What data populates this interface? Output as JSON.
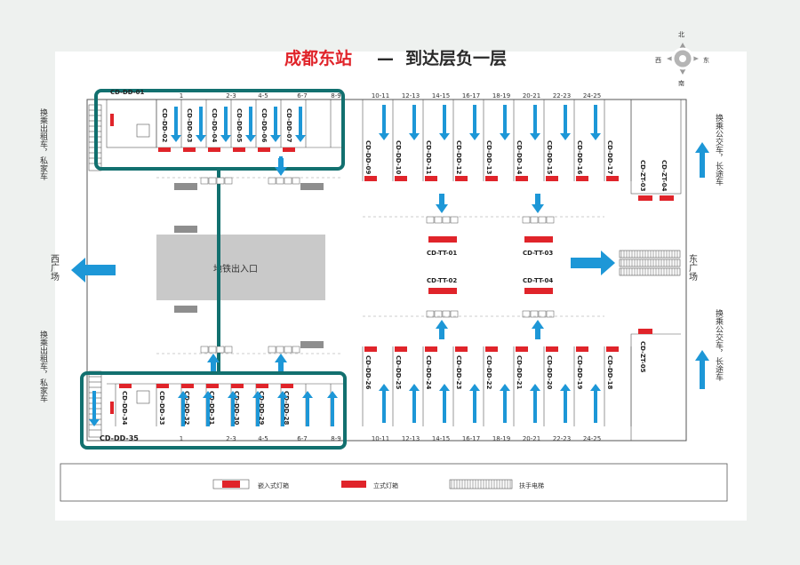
{
  "title": {
    "station": "成都东站",
    "dash": "—",
    "floor": "到达层负一层",
    "station_color": "#e0242a",
    "floor_color": "#2a2a2a"
  },
  "compass": {
    "n": "北",
    "s": "南",
    "e": "东",
    "w": "西"
  },
  "colors": {
    "blue": "#1d97d7",
    "red": "#e0242a",
    "teal": "#12706f",
    "grey": "#c9c9c9",
    "dark_grey": "#8e8e8e",
    "line": "#444444"
  },
  "side_labels": {
    "left_top": "换乘出租车，私家车",
    "left_bottom": "换乘出租车，私家车",
    "right_top": "换乘公交车，长途车",
    "right_bottom": "换乘公交车，长途车",
    "west": "西广场",
    "east": "东广场"
  },
  "center_label": "地铁出入口",
  "top_labels": {
    "dd01": "CD-DD-01",
    "left_stalls": [
      "CD-DD-02",
      "CD-DD-03",
      "CD-DD-04",
      "CD-DD-05",
      "CD-DD-06",
      "CD-DD-07"
    ],
    "left_tracks": [
      "1",
      "2-3",
      "4-5",
      "6-7",
      "8-9"
    ],
    "right_stalls": [
      "CD-DD-09",
      "CD-DD-10",
      "CD-DD-11",
      "CD-DD-12",
      "CD-DD-13",
      "CD-DD-14",
      "CD-DD-15",
      "CD-DD-16",
      "CD-DD-17"
    ],
    "right_tracks": [
      "10-11",
      "12-13",
      "14-15",
      "16-17",
      "18-19",
      "20-21",
      "22-23",
      "24-25"
    ],
    "zt": [
      "CD-ZT-03",
      "CD-ZT-04"
    ]
  },
  "bottom_labels": {
    "dd35": "CD-DD-35",
    "left_stalls": [
      "CD-DD-34",
      "CD-DD-33",
      "CD-DD-32",
      "CD-DD-31",
      "CD-DD-30",
      "CD-DD-29",
      "CD-DD-28"
    ],
    "left_tracks": [
      "1",
      "2-3",
      "4-5",
      "6-7",
      "8-9"
    ],
    "right_stalls": [
      "CD-DD-26",
      "CD-DD-25",
      "CD-DD-24",
      "CD-DD-23",
      "CD-DD-22",
      "CD-DD-21",
      "CD-DD-20",
      "CD-DD-19",
      "CD-DD-18"
    ],
    "right_tracks": [
      "10-11",
      "12-13",
      "14-15",
      "16-17",
      "18-19",
      "20-21",
      "22-23",
      "24-25"
    ],
    "zt05": "CD-ZT-05"
  },
  "tt_labels": {
    "tt01": "CD-TT-01",
    "tt03": "CD-TT-03",
    "tt02": "CD-TT-02",
    "tt04": "CD-TT-04"
  },
  "legend": {
    "embedded": "嵌入式灯箱",
    "standing": "立式灯箱",
    "escalator": "扶手电梯"
  }
}
